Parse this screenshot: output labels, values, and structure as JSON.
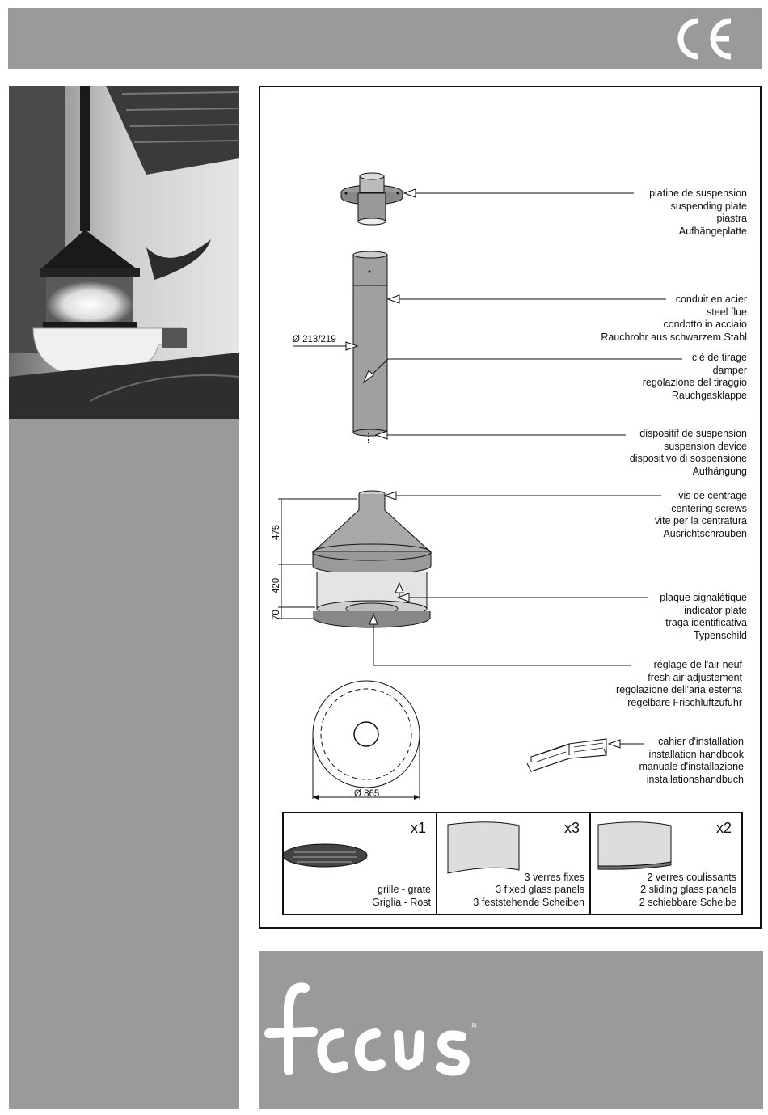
{
  "header": {
    "mark_text": "CE"
  },
  "parts": {
    "suspending_plate": [
      "platine de suspension",
      "suspending plate",
      "piastra",
      "Aufhängeplatte"
    ],
    "steel_flue": [
      "conduit en acier",
      "steel flue",
      "condotto in acciaio",
      "Rauchrohr aus schwarzem Stahl"
    ],
    "damper": [
      "clé de tirage",
      "damper",
      "regolazione del tiraggio",
      "Rauchgasklappe"
    ],
    "suspension_device": [
      "dispositif de suspension",
      "suspension device",
      "dispositivo di sospensione",
      "Aufhängung"
    ],
    "centering_screws": [
      "vis de centrage",
      "centering screws",
      "vite per la centratura",
      "Ausrichtschrauben"
    ],
    "indicator_plate": [
      "plaque signalétique",
      "indicator plate",
      "traga identificativa",
      "Typenschild"
    ],
    "fresh_air": [
      "réglage de l'air neuf",
      "fresh air adjustement",
      "regolazione dell'aria esterna",
      "regelbare Frischluftzufuhr"
    ],
    "handbook": [
      "cahier d'installation",
      "installation handbook",
      "manuale d'installazione",
      "installationshandbuch"
    ]
  },
  "dimensions": {
    "flue_diameter": "Ø 213/219",
    "hood_height": "475",
    "glass_height": "420",
    "base_height": "70",
    "base_diameter": "Ø 865"
  },
  "accessories": [
    {
      "qty": "x1",
      "lines": [
        "grille - grate",
        "Griglia - Rost"
      ]
    },
    {
      "qty": "x3",
      "lines": [
        "3 verres fixes",
        "3 fixed glass panels",
        "3 feststehende Scheiben"
      ]
    },
    {
      "qty": "x2",
      "lines": [
        "2 verres coulissants",
        "2 sliding glass panels",
        "2 schiebbare Scheibe"
      ]
    }
  ],
  "brand": {
    "logo_text": "focus",
    "registered": "®"
  },
  "colors": {
    "gray_bar": "#9a9a9a",
    "ink": "#111111"
  }
}
